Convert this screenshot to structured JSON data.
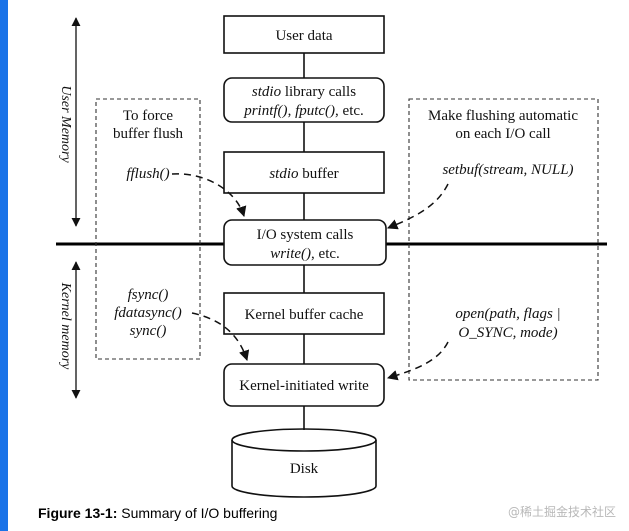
{
  "diagram": {
    "user_data": "User data",
    "stdio_calls_line1_italic": "stdio",
    "stdio_calls_line1_rest": " library calls",
    "stdio_calls_line2_fn1": "printf()",
    "stdio_calls_line2_sep": ", ",
    "stdio_calls_line2_fn2": "fputc()",
    "stdio_calls_line2_rest": ", etc.",
    "stdio_buffer_italic": "stdio",
    "stdio_buffer_rest": " buffer",
    "io_calls_line1": "I/O system calls",
    "io_calls_line2_fn": "write()",
    "io_calls_line2_rest": ", etc.",
    "kernel_cache": "Kernel buffer cache",
    "kernel_write": "Kernel-initiated write",
    "disk": "Disk",
    "user_memory_label": "User Memory",
    "kernel_memory_label": "Kernel memory",
    "force_flush_line1": "To force",
    "force_flush_line2": "buffer flush",
    "fflush": "fflush()",
    "fsync": "fsync()",
    "fdatasync": "fdatasync()",
    "sync": "sync()",
    "auto_line1": "Make flushing automatic",
    "auto_line2": "on each I/O call",
    "setbuf": "setbuf(stream, NULL)",
    "open_line1": "open(path, flags |",
    "open_line2": "O_SYNC, mode)"
  },
  "caption": {
    "label": "Figure 13-1:",
    "text": " Summary of I/O buffering"
  },
  "watermark": "@稀土掘金技术社区",
  "colors": {
    "accent_bar": "#1a73e8"
  }
}
